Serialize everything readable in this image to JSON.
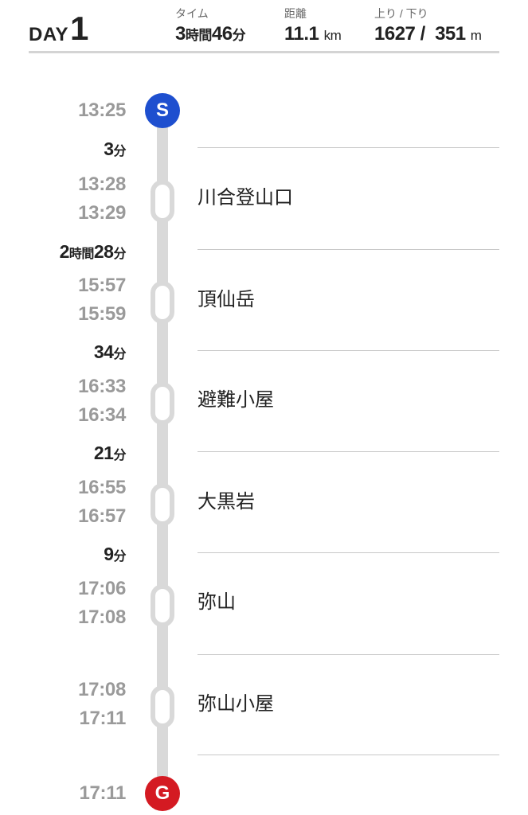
{
  "header": {
    "day_label": "DAY",
    "day_number": "1",
    "time": {
      "label": "タイム",
      "hours": "3",
      "hours_unit": "時間",
      "minutes": "46",
      "minutes_unit": "分"
    },
    "distance": {
      "label": "距離",
      "value": "11.1",
      "unit": "km"
    },
    "elevation": {
      "label": "上り / 下り",
      "up": "1627",
      "sep": "/",
      "down": "351",
      "unit": "m"
    }
  },
  "timeline": {
    "start_marker": "S",
    "goal_marker": "G",
    "start_time": "13:25",
    "goal_time": "17:11",
    "durations": [
      {
        "num": "3",
        "unit": "分"
      },
      {
        "h": "2",
        "hunit": "時間",
        "num": "28",
        "unit": "分"
      },
      {
        "num": "34",
        "unit": "分"
      },
      {
        "num": "21",
        "unit": "分"
      },
      {
        "num": "9",
        "unit": "分"
      }
    ],
    "stops": [
      {
        "arrive": "13:28",
        "depart": "13:29",
        "name": "川合登山口"
      },
      {
        "arrive": "15:57",
        "depart": "15:59",
        "name": "頂仙岳"
      },
      {
        "arrive": "16:33",
        "depart": "16:34",
        "name": "避難小屋"
      },
      {
        "arrive": "16:55",
        "depart": "16:57",
        "name": "大黒岩"
      },
      {
        "arrive": "17:06",
        "depart": "17:08",
        "name": "弥山"
      },
      {
        "arrive": "17:08",
        "depart": "17:11",
        "name": "弥山小屋"
      }
    ]
  }
}
